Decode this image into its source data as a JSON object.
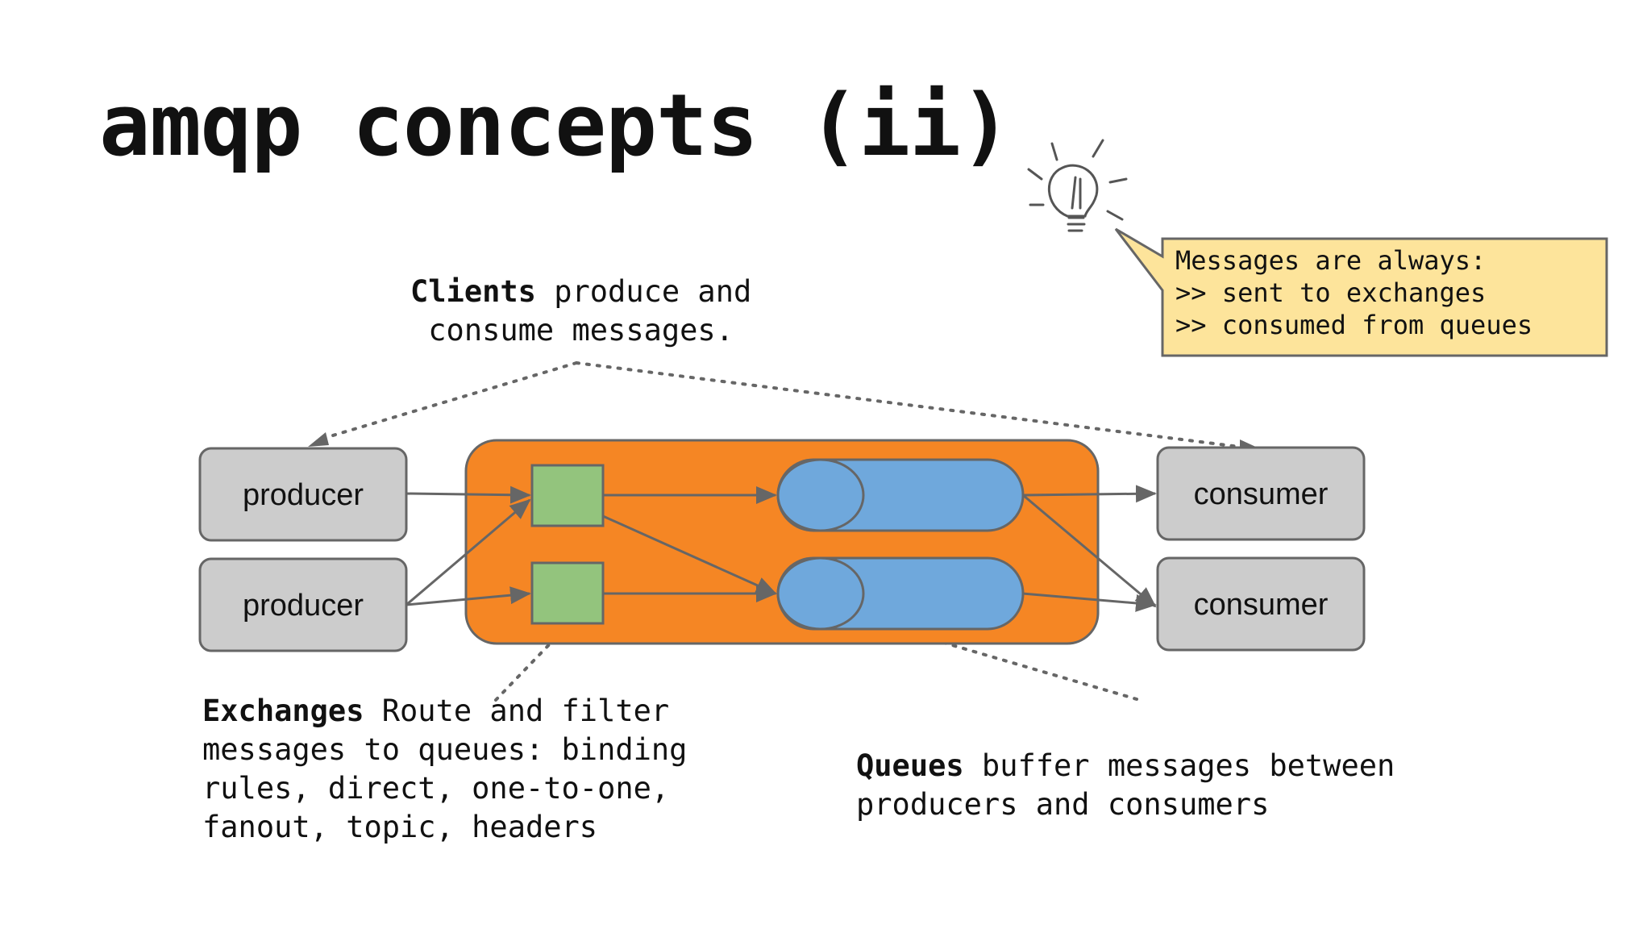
{
  "slide": {
    "title": "amqp concepts (ii)"
  },
  "callout": {
    "lines": [
      "Messages are always:",
      ">> sent to exchanges",
      ">> consumed from queues"
    ],
    "background": "#fde49b"
  },
  "notes": {
    "clients": {
      "bold": "Clients",
      "rest_line1": " produce and",
      "line2": "consume messages."
    },
    "exchanges": {
      "bold": "Exchanges",
      "rest_line1": " Route and filter",
      "line2": "messages to queues: binding",
      "line3": "rules, direct, one-to-one,",
      "line4": "fanout, topic, headers"
    },
    "queues": {
      "bold": "Queues",
      "rest_line1": " buffer messages between",
      "line2": "producers and consumers"
    }
  },
  "nodes": {
    "producers": [
      "producer",
      "producer"
    ],
    "consumers": [
      "consumer",
      "consumer"
    ]
  },
  "colors": {
    "broker": "#f58624",
    "exchange": "#93c47d",
    "queue": "#6fa8dc",
    "client_box": "#cccccc",
    "stroke": "#666666"
  },
  "icons": {
    "idea": "lightbulb-icon"
  }
}
